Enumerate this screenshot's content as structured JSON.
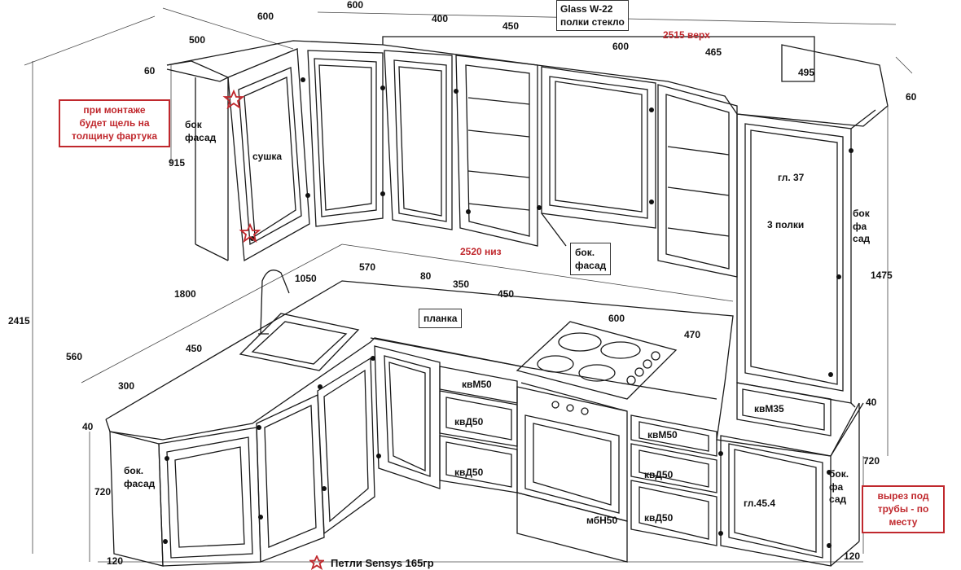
{
  "dims": {
    "d600_top": "600",
    "d600_top2": "600",
    "d400": "400",
    "d450_top": "450",
    "d500": "500",
    "d60_left": "60",
    "d600_mid": "600",
    "d465": "465",
    "d495": "495",
    "d60_right": "60",
    "d915": "915",
    "d1800": "1800",
    "d1050": "1050",
    "d570": "570",
    "d80": "80",
    "d350": "350",
    "d450_mid": "450",
    "d600_hob": "600",
    "d470": "470",
    "d1475": "1475",
    "d2415": "2415",
    "d560": "560",
    "d450_left": "450",
    "d300": "300",
    "d40_left": "40",
    "d720_left": "720",
    "d120_left": "120",
    "d40_right": "40",
    "d720_right": "720",
    "d120_right": "120"
  },
  "labels": {
    "glass_w22": "Glass W-22",
    "shelves_glass": "полки стекло",
    "top_2515": "2515 верх",
    "bottom_2520": "2520 низ",
    "side_facade_upper": "бок\nфасад",
    "side_facade_bok_fasad": "бок.\nфасад",
    "side_facade_tall_upper": "бок\nфа\nсад",
    "side_facade_tall_lower": "бок.\nфа\nсад",
    "side_facade_left_lower": "бок.\nфасад",
    "dryer": "сушка",
    "gl37": "гл. 37",
    "three_shelves": "3 полки",
    "strip": "планка",
    "kvm50_a": "квМ50",
    "kvd50_a": "квД50",
    "kvd50_b": "квД50",
    "kvm35": "квМ35",
    "kvm50_b": "квМ50",
    "kvd50_c": "квД50",
    "kvd50_d": "квД50",
    "mbn50": "мбН50",
    "gl454": "гл.45.4"
  },
  "notes": {
    "gap_note": "при монтаже\nбудет щель на\nтолщину фартука",
    "pipes_note": "вырез под\nтрубы - по\nместу"
  },
  "legend": {
    "hinges": "Петли  Sensys 165гр"
  },
  "colors": {
    "line": "#1a1a1a",
    "note_red": "#c0282d",
    "hinge_red": "#c0282d"
  }
}
